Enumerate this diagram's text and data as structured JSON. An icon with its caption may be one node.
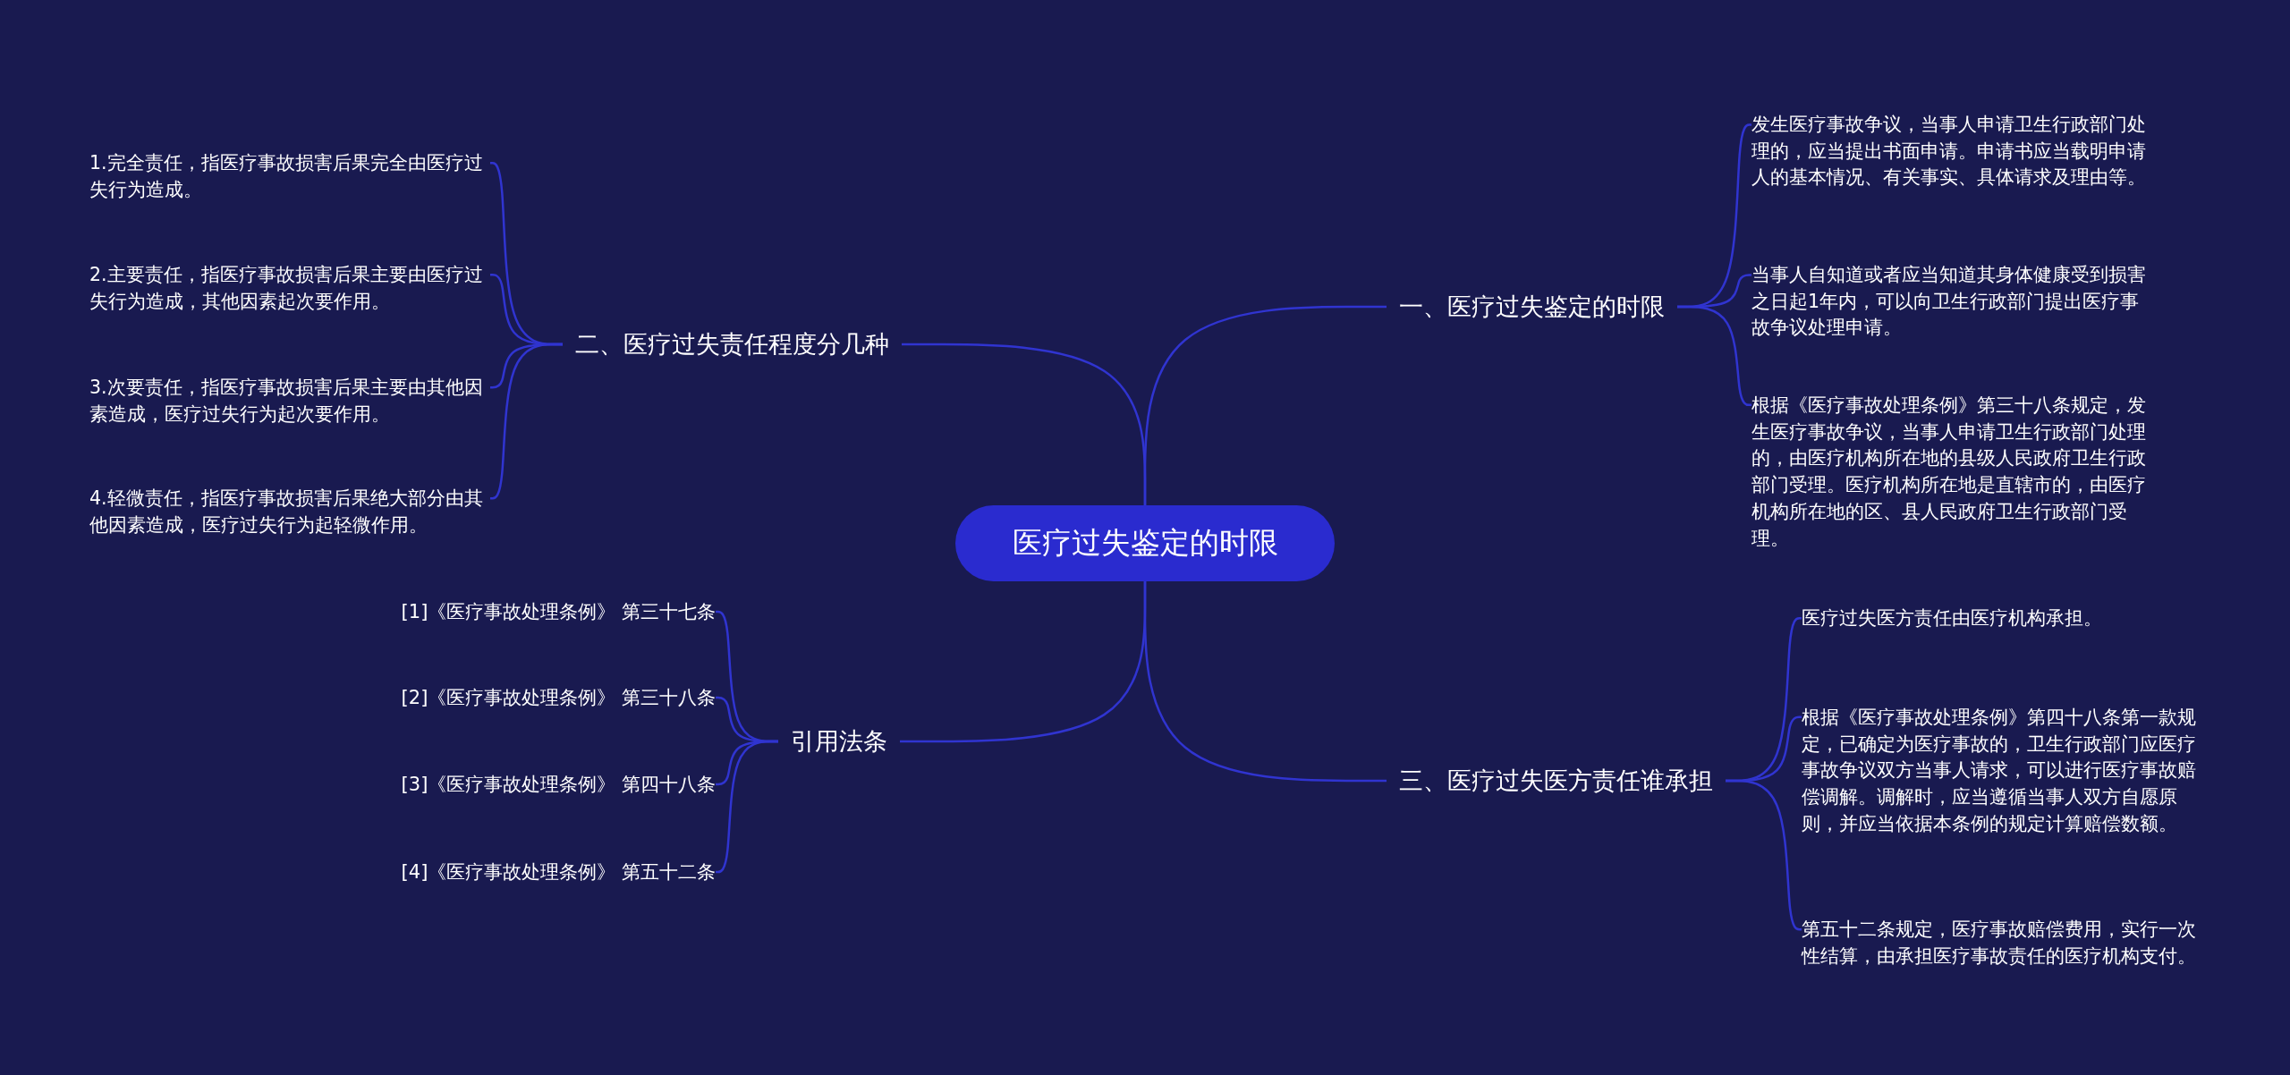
{
  "diagram": {
    "nodes": [
      {
        "text": [
          "医疗过失鉴定的时限"
        ]
      },
      {
        "text": [
          "一、医疗过失鉴定的时限"
        ]
      },
      {
        "text": [
          "发生医疗事故争议，当事人申请卫生行政部门处理的，应当提出书面申请。申请书应当载明申请人的基本情况、有关事实、具体请求及理由等。"
        ]
      },
      {
        "text": [
          "当事人自知道或者应当知道其身体健康受到损害之日起1年内，可以向卫生行政部门提出医疗事故争议处理申请。"
        ]
      },
      {
        "text": [
          "根据《医疗事故处理条例》第三十八条规定，发生医疗事故争议，当事人申请卫生行政部门处理的，由医疗机构所在地的县级人民政府卫生行政部门受理。医疗机构所在地是直辖市的，由医疗机构所在地的区、县人民政府卫生行政部门受理。"
        ]
      },
      {
        "text": [
          "二、医疗过失责任程度分几种"
        ]
      },
      {
        "text": [
          "1.完全责任，指医疗事故损害后果完全由医疗过失行为造成。"
        ]
      },
      {
        "text": [
          "2.主要责任，指医疗事故损害后果主要由医疗过失行为造成，其他因素起次要作用。"
        ]
      },
      {
        "text": [
          "3.次要责任，指医疗事故损害后果主要由其他因素造成，医疗过失行为起次要作用。"
        ]
      },
      {
        "text": [
          "4.轻微责任，指医疗事故损害后果绝大部分由其他因素造成，医疗过失行为起轻微作用。"
        ]
      },
      {
        "text": [
          "三、医疗过失医方责任谁承担"
        ]
      },
      {
        "text": [
          "医疗过失医方责任由医疗机构承担。"
        ]
      },
      {
        "text": [
          "根据《医疗事故处理条例》第四十八条第一款规定，已确定为医疗事故的，卫生行政部门应医疗事故争议双方当事人请求，可以进行医疗事故赔偿调解。调解时，应当遵循当事人双方自愿原则，并应当依据本条例的规定计算赔偿数额。"
        ]
      },
      {
        "text": [
          "第五十二条规定，医疗事故赔偿费用，实行一次性结算，由承担医疗事故责任的医疗机构支付。"
        ]
      },
      {
        "text": [
          "引用法条"
        ]
      },
      {
        "text": [
          "[1]《医疗事故处理条例》 第三十七条"
        ]
      },
      {
        "text": [
          "[2]《医疗事故处理条例》 第三十八条"
        ]
      },
      {
        "text": [
          "[3]《医疗事故处理条例》 第四十八条"
        ]
      },
      {
        "text": [
          "[4]《医疗事故处理条例》 第五十二条"
        ]
      }
    ],
    "edges": [
      {
        "from": 0,
        "to": 1,
        "arrow": "none"
      },
      {
        "from": 1,
        "to": 2,
        "arrow": "none"
      },
      {
        "from": 1,
        "to": 3,
        "arrow": "none"
      },
      {
        "from": 1,
        "to": 4,
        "arrow": "none"
      },
      {
        "from": 0,
        "to": 5,
        "arrow": "none"
      },
      {
        "from": 5,
        "to": 6,
        "arrow": "none"
      },
      {
        "from": 5,
        "to": 7,
        "arrow": "none"
      },
      {
        "from": 5,
        "to": 8,
        "arrow": "none"
      },
      {
        "from": 5,
        "to": 9,
        "arrow": "none"
      },
      {
        "from": 0,
        "to": 10,
        "arrow": "none"
      },
      {
        "from": 10,
        "to": 11,
        "arrow": "none"
      },
      {
        "from": 10,
        "to": 12,
        "arrow": "none"
      },
      {
        "from": 10,
        "to": 13,
        "arrow": "none"
      },
      {
        "from": 0,
        "to": 14,
        "arrow": "none"
      },
      {
        "from": 14,
        "to": 15,
        "arrow": "none"
      },
      {
        "from": 14,
        "to": 16,
        "arrow": "none"
      },
      {
        "from": 14,
        "to": 17,
        "arrow": "none"
      },
      {
        "from": 14,
        "to": 18,
        "arrow": "none"
      }
    ]
  }
}
